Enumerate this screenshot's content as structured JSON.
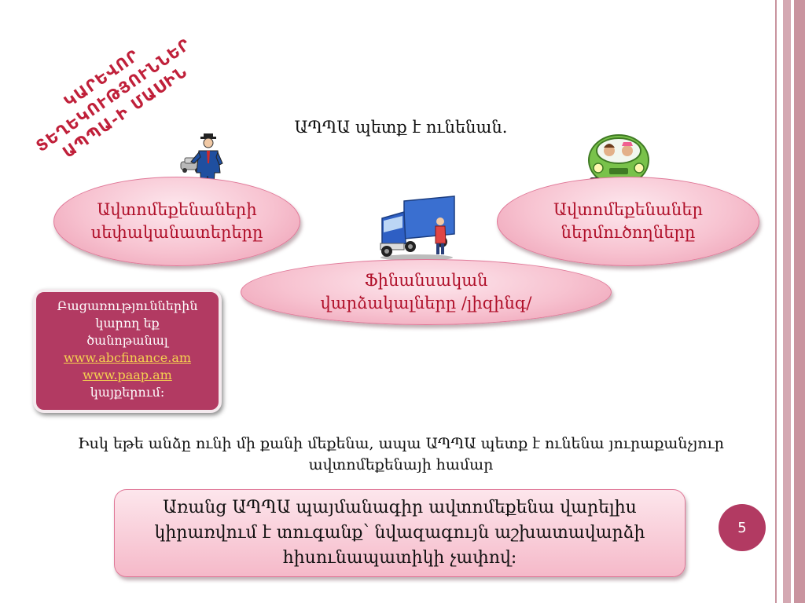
{
  "slide": {
    "title": [
      "ԿԱՐԵՎՈՐ",
      "ՏԵՂԵԿՈՒԹՅՈՒՆՆԵՐ",
      "ԱՊՊԱ-Ի ՄԱՍԻՆ"
    ],
    "subtitle": "ԱՊՊԱ պետք է ունենան.",
    "ellipses": {
      "owners": [
        "Ավտոմեքենաների",
        "սեփականատերերը"
      ],
      "importers": [
        "Ավտոմեքենաներ",
        "ներմուծողները"
      ],
      "finance": [
        "Ֆինանսական",
        "վարձակալները /լիզինգ/"
      ]
    },
    "info": {
      "lines": [
        "Բացառություններին",
        "կարող եք",
        "ծանոթանալ"
      ],
      "links": [
        "www.abcfinance.am",
        "www.paap.am"
      ],
      "suffix": "կայքերում:"
    },
    "note": [
      "Իսկ եթե անձը ունի մի քանի  մեքենա, ապա ԱՊՊԱ պետք է ունենա  յուրաքանչյուր",
      "ավտոմեքենայի համար"
    ],
    "bottom_text": [
      "Առանց ԱՊՊԱ պայմանագիր ավտոմեքենա վարելիս",
      "կիրառվում է տուգանք՝  նվազագույն աշխատավարձի",
      "հիսունապատիկի չափով:"
    ],
    "page_number": "5"
  },
  "images": [
    "businessman-with-car-icon",
    "family-in-green-car-icon",
    "truck-driver-icon"
  ],
  "colors": {
    "title": "#c0203a",
    "ellipse_text": "#b0102a",
    "info_box": "#b23a62",
    "link": "#f5d250",
    "border": "#c9949f"
  }
}
